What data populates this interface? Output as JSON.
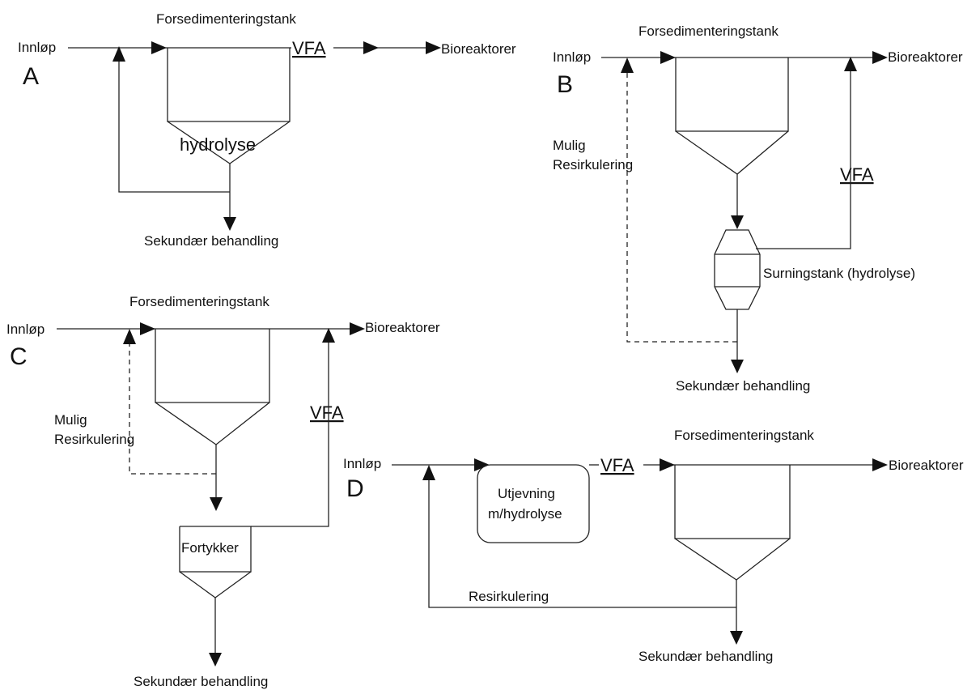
{
  "A": {
    "letter": "A",
    "inlet": "Innløp",
    "tank": "Forsedimenteringstank",
    "vfa": "VFA",
    "outlet": "Bioreaktorer",
    "hydrolysis": "hydrolyse",
    "secondary": "Sekundær behandling"
  },
  "B": {
    "letter": "B",
    "inlet": "Innløp",
    "tank": "Forsedimenteringstank",
    "outlet": "Bioreaktorer",
    "recirc_line1": "Mulig",
    "recirc_line2": "Resirkulering",
    "vfa": "VFA",
    "acid_tank": "Surningstank (hydrolyse)",
    "secondary": "Sekundær behandling"
  },
  "C": {
    "letter": "C",
    "inlet": "Innløp",
    "tank": "Forsedimenteringstank",
    "outlet": "Bioreaktorer",
    "recirc_line1": "Mulig",
    "recirc_line2": "Resirkulering",
    "vfa": "VFA",
    "thickener": "Fortykker",
    "secondary": "Sekundær behandling"
  },
  "D": {
    "letter": "D",
    "inlet": "Innløp",
    "equalization_line1": "Utjevning",
    "equalization_line2": "m/hydrolyse",
    "vfa": "VFA",
    "tank": "Forsedimenteringstank",
    "outlet": "Bioreaktorer",
    "recirc": "Resirkulering",
    "secondary": "Sekundær behandling"
  }
}
